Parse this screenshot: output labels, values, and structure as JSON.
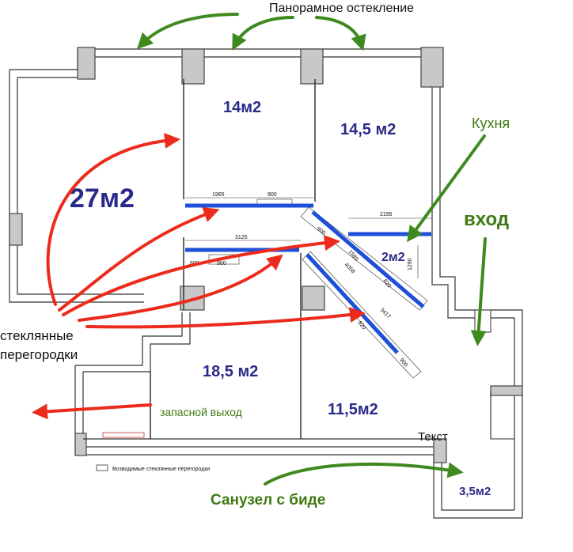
{
  "labels": {
    "panoramic": "Панорамное остекление",
    "kitchen": "Кухня",
    "entrance": "вход",
    "glass_partitions_line1": "стеклянные",
    "glass_partitions_line2": "перегородки",
    "emergency_exit": "запасной выход",
    "bathroom": "Санузел с биде",
    "text_label": "Текст",
    "legend": "Возводимые стеклянные перегородки"
  },
  "rooms": {
    "room_27": "27м2",
    "room_14": "14м2",
    "room_14_5": "14,5 м2",
    "room_2": "2м2",
    "room_18_5": "18,5 м2",
    "room_11_5": "11,5м2",
    "room_3_5": "3,5м2"
  },
  "dimensions": {
    "d1965": "1965",
    "d900a": "900",
    "d3125": "3125",
    "d600": "600",
    "d900b": "900",
    "d2195": "2195",
    "d900c": "900",
    "d1580": "1580",
    "d4058": "4058",
    "d820": "820",
    "d1290": "1290",
    "d3417": "3417",
    "d820b": "820",
    "d900d": "900"
  },
  "colors": {
    "room_label": "#2a2a8a",
    "annotation_green": "#3f7a12",
    "arrow_red": "#ec2b1c",
    "arrow_green": "#3f8a1e",
    "glass_blue": "#1f4fd8",
    "wall_gray": "#c8c8c8"
  }
}
